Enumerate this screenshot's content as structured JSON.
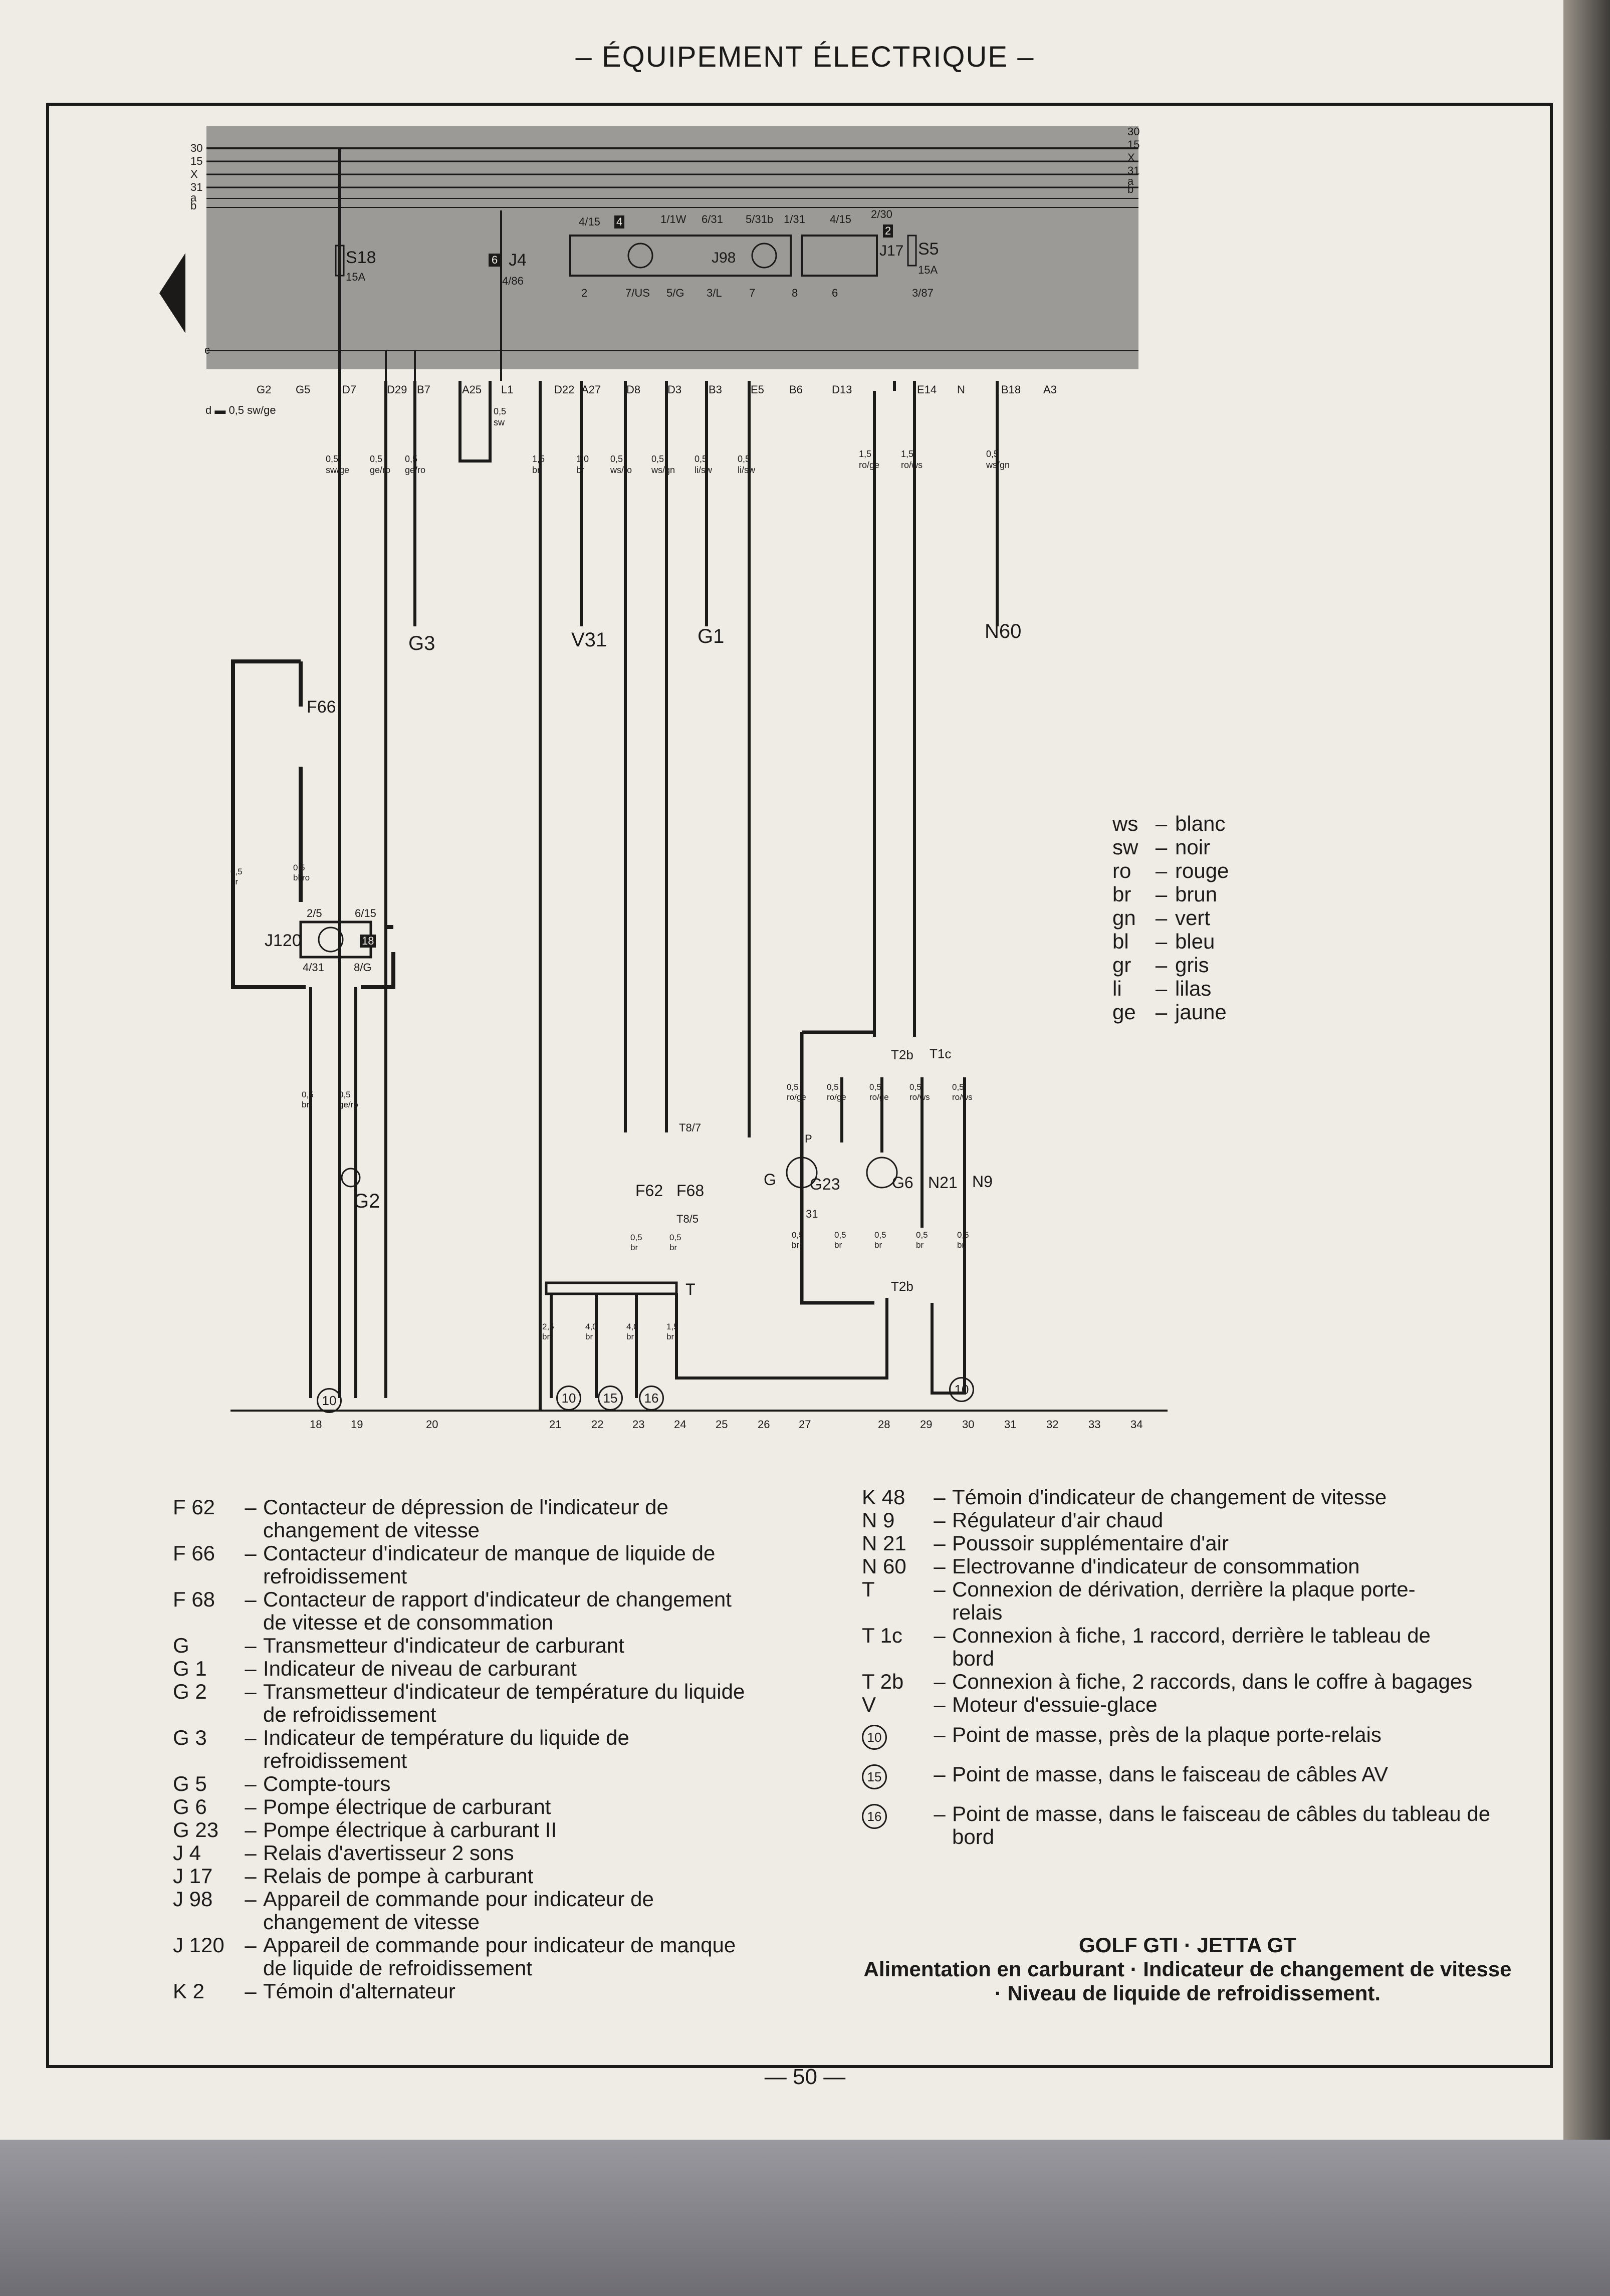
{
  "header": "– ÉQUIPEMENT ÉLECTRIQUE –",
  "page_number": "— 50 —",
  "bus_labels_left": [
    "30",
    "15",
    "X",
    "31",
    "a",
    "b"
  ],
  "bus_labels_right": [
    "30",
    "15",
    "X",
    "31",
    "a",
    "b"
  ],
  "c_label": "c",
  "connectors_top": [
    {
      "t": "G2"
    },
    {
      "t": "G5"
    },
    {
      "t": "D7"
    },
    {
      "t": "D29"
    },
    {
      "t": "B7"
    },
    {
      "t": "A25"
    },
    {
      "t": "L1"
    },
    {
      "t": "D22"
    },
    {
      "t": "A27"
    },
    {
      "t": "D8"
    },
    {
      "t": "D3"
    },
    {
      "t": "B3"
    },
    {
      "t": "E5"
    },
    {
      "t": "B6"
    },
    {
      "t": "D13"
    },
    {
      "t": "E14"
    },
    {
      "t": "N"
    },
    {
      "t": "B18"
    },
    {
      "t": "A3"
    }
  ],
  "fuse_s18": {
    "name": "S18",
    "amp": "15A"
  },
  "fuse_s5": {
    "name": "S5",
    "amp": "15A"
  },
  "relay_j4": {
    "num": "6",
    "name": "J4",
    "pin": "4/86"
  },
  "j98_label": "J98",
  "j17_label": "J17",
  "fusebox_pins": [
    "4/15",
    "4",
    "1/1W",
    "6/31",
    "5/31b",
    "1/31",
    "4/15",
    "2/30",
    "2",
    "2",
    "7/US",
    "5/G",
    "3/L",
    "7",
    "8",
    "6",
    "3/87"
  ],
  "d_wire": "d ▬ 0,5 sw/ge",
  "wires": [
    {
      "t": "0,5\nsw/ge"
    },
    {
      "t": "0,5\nge/ro"
    },
    {
      "t": "0,5\nge/ro"
    },
    {
      "t": "0,5\nsw"
    },
    {
      "t": "1,5\nbr"
    },
    {
      "t": "1,0\nbr"
    },
    {
      "t": "0,5\nws/ro"
    },
    {
      "t": "0,5\nws/gn"
    },
    {
      "t": "0,5\nli/sw"
    },
    {
      "t": "0,5\nli/sw"
    },
    {
      "t": "1,5\nro/ge"
    },
    {
      "t": "1,5\nro/ws"
    },
    {
      "t": "0,5\nws/gn"
    }
  ],
  "components": {
    "g3": "G3",
    "v31": "V31",
    "g1": "G1",
    "n60": "N60",
    "f66": "F66",
    "j120": "J120",
    "j120_num": "18",
    "g2": "G2",
    "f62": "F62",
    "f68": "F68",
    "g": "G",
    "g23": "G23",
    "g6": "G6",
    "n21": "N21",
    "n9": "N9",
    "t": "T",
    "t2b_top": "T2b",
    "t1c": "T1c",
    "t2b_bot": "T2b",
    "t8_7": "T8/7",
    "t8_5": "T8/5",
    "p": "P",
    "m31": "31"
  },
  "j120_pins": [
    "2/5",
    "6/15",
    "4/31",
    "8/G"
  ],
  "lower_wires": [
    {
      "t": "0,5\nbr"
    },
    {
      "t": "0,5\nbl/ro"
    },
    {
      "t": "0,5\nbr"
    },
    {
      "t": "0,5\nge/ro"
    },
    {
      "t": "0,5\nbr"
    },
    {
      "t": "0,5\nbr"
    },
    {
      "t": "0,5\nro/ge"
    },
    {
      "t": "0,5\nro/ge"
    },
    {
      "t": "0,5\nro/ge"
    },
    {
      "t": "0,5\nro/ws"
    },
    {
      "t": "0,5\nro/ws"
    },
    {
      "t": "0,5\nbr"
    },
    {
      "t": "0,5\nbr"
    },
    {
      "t": "0,5\nbr"
    },
    {
      "t": "0,5\nbr"
    },
    {
      "t": "0,5\nbr"
    },
    {
      "t": "2,5\nbr"
    },
    {
      "t": "4,0\nbr"
    },
    {
      "t": "4,0\nbr"
    },
    {
      "t": "1,5\nbr"
    }
  ],
  "ground_marks": [
    {
      "n": "10"
    },
    {
      "n": "10"
    },
    {
      "n": "15"
    },
    {
      "n": "16"
    },
    {
      "n": "10"
    }
  ],
  "scale_numbers": [
    "18",
    "19",
    "20",
    "21",
    "22",
    "23",
    "24",
    "25",
    "26",
    "27",
    "28",
    "29",
    "30",
    "31",
    "32",
    "33",
    "34"
  ],
  "color_legend": [
    {
      "abbr": "ws",
      "name": "blanc"
    },
    {
      "abbr": "sw",
      "name": "noir"
    },
    {
      "abbr": "ro",
      "name": "rouge"
    },
    {
      "abbr": "br",
      "name": "brun"
    },
    {
      "abbr": "gn",
      "name": "vert"
    },
    {
      "abbr": "bl",
      "name": "bleu"
    },
    {
      "abbr": "gr",
      "name": "gris"
    },
    {
      "abbr": "li",
      "name": "lilas"
    },
    {
      "abbr": "ge",
      "name": "jaune"
    }
  ],
  "legend_left": [
    {
      "code": "F 62",
      "desc": "Contacteur de dépression de l'indicateur de changement de vitesse"
    },
    {
      "code": "F 66",
      "desc": "Contacteur d'indicateur de manque de liquide de refroidissement"
    },
    {
      "code": "F 68",
      "desc": "Contacteur de rapport d'indicateur de changement de vitesse et de consommation"
    },
    {
      "code": "G",
      "desc": "Transmetteur d'indicateur de carburant"
    },
    {
      "code": "G 1",
      "desc": "Indicateur de niveau de carburant"
    },
    {
      "code": "G 2",
      "desc": "Transmetteur d'indicateur de température du liquide de refroidissement"
    },
    {
      "code": "G 3",
      "desc": "Indicateur de température du liquide de refroidissement"
    },
    {
      "code": "G 5",
      "desc": "Compte-tours"
    },
    {
      "code": "G 6",
      "desc": "Pompe électrique de carburant"
    },
    {
      "code": "G 23",
      "desc": "Pompe électrique à carburant II"
    },
    {
      "code": "J 4",
      "desc": "Relais d'avertisseur 2 sons"
    },
    {
      "code": "J 17",
      "desc": "Relais de pompe à carburant"
    },
    {
      "code": "J 98",
      "desc": "Appareil de commande pour indicateur de changement de vitesse"
    },
    {
      "code": "J 120",
      "desc": "Appareil de commande pour indicateur de manque de liquide de refroidissement"
    },
    {
      "code": "K 2",
      "desc": "Témoin d'alternateur"
    }
  ],
  "legend_right": [
    {
      "code": "K 48",
      "desc": "Témoin d'indicateur de changement de vitesse"
    },
    {
      "code": "N 9",
      "desc": "Régulateur d'air chaud"
    },
    {
      "code": "N 21",
      "desc": "Poussoir supplémentaire d'air"
    },
    {
      "code": "N 60",
      "desc": "Electrovanne d'indicateur de consommation"
    },
    {
      "code": "T",
      "desc": "Connexion de dérivation, derrière la plaque porte-relais"
    },
    {
      "code": "T 1c",
      "desc": "Connexion à fiche, 1 raccord, derrière le tableau de bord"
    },
    {
      "code": "T 2b",
      "desc": "Connexion à fiche, 2 raccords, dans le coffre à bagages"
    },
    {
      "code": "V",
      "desc": "Moteur d'essuie-glace"
    }
  ],
  "ground_legend": [
    {
      "n": "10",
      "desc": "Point de masse, près de la plaque porte-relais"
    },
    {
      "n": "15",
      "desc": "Point de masse, dans le faisceau de câbles AV"
    },
    {
      "n": "16",
      "desc": "Point de masse, dans le faisceau de câbles du tableau de bord"
    }
  ],
  "title_block": {
    "line1": "GOLF GTI · JETTA GT",
    "line2": "Alimentation en carburant · Indicateur de changement de vitesse · Niveau de liquide de refroidissement."
  }
}
